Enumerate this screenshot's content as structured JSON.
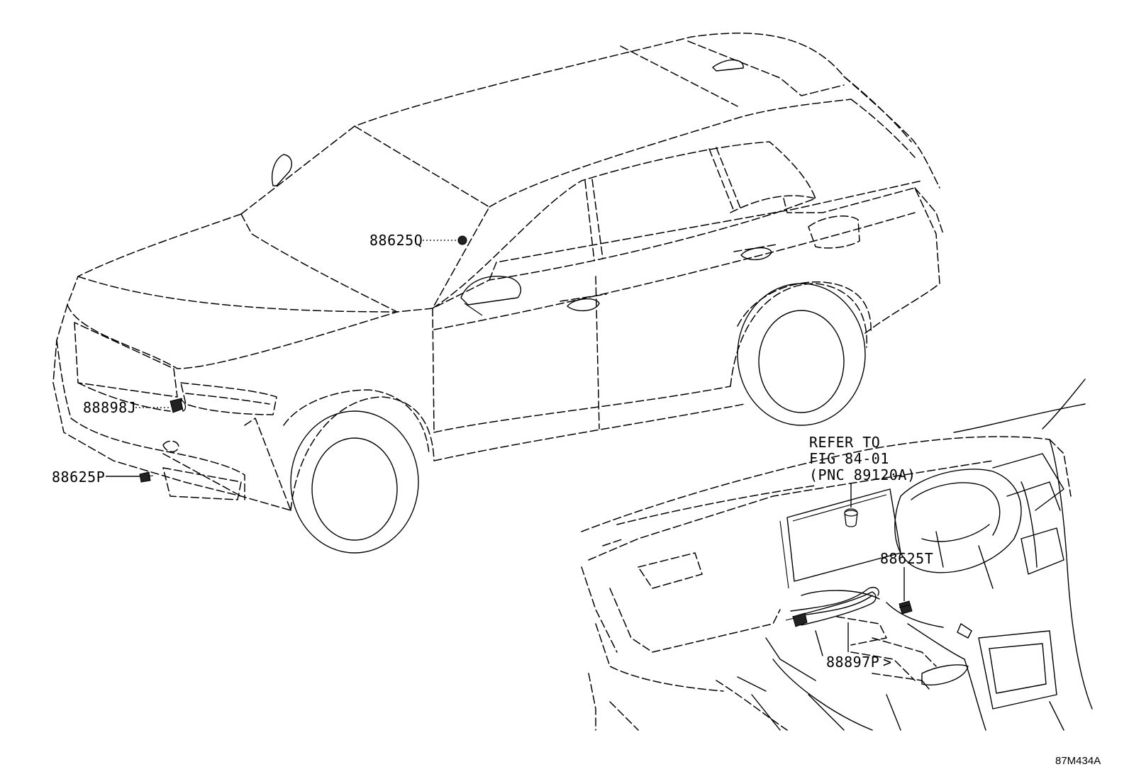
{
  "diagram": {
    "labels": {
      "p88625q": "88625Q",
      "p88898j": "88898J",
      "p88625p": "88625P",
      "p88625t": "88625T",
      "p88897p": "88897P",
      "p88897p_arrow": ">",
      "refer_line1": "REFER TO",
      "refer_line2": "FIG 84-01",
      "refer_line3": "(PNC 89120A)"
    },
    "figure_code": "87M434A"
  }
}
